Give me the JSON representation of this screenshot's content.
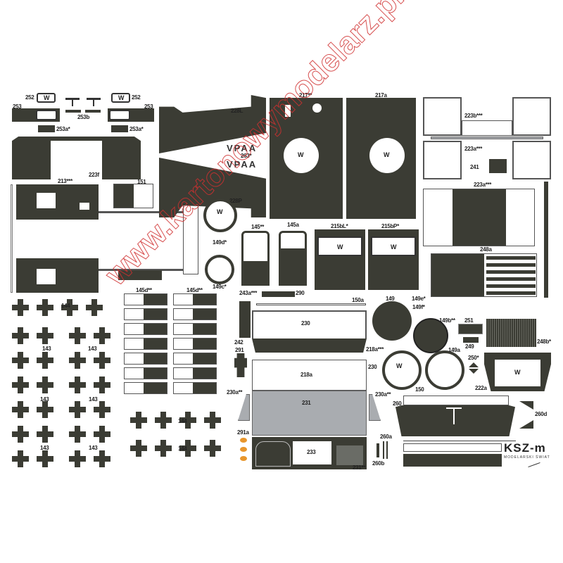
{
  "sheet": {
    "watermark": "www.kartonowymodelarz.pl",
    "logo": "KSZ-m",
    "logo_sub": "MODELARSKI ŚWIAT",
    "window_mark": "W",
    "vpaa_text": "VPAA",
    "labels": {
      "l252a": "252",
      "l252b": "252",
      "l253a": "253",
      "l253b": "253",
      "l253bb": "253b",
      "l253a1": "253a*",
      "l253a2": "253a*",
      "l223f": "223f",
      "l213": "213***",
      "l151": "151",
      "l228L": "228L",
      "l228P": "228P",
      "l263": "263*",
      "l217": "217**",
      "l217a": "217a",
      "l223b": "223b***",
      "l223a": "223a***",
      "l223a2": "223a***",
      "l241": "241",
      "l248a": "248a",
      "l215bL": "215bL*",
      "l215bP": "215bP*",
      "l145": "145**",
      "l145a": "145a",
      "l149d": "149d*",
      "l149c": "149c*",
      "l145d1": "145d**",
      "l145d2": "145d**",
      "l243a": "243a***",
      "l290": "290",
      "l150a": "150a",
      "l230": "230",
      "l218a3": "218a***",
      "l242": "242",
      "l291": "291",
      "l218a": "218a",
      "l230b": "230",
      "l231": "231",
      "l230a1": "230a**",
      "l230a2": "230a**",
      "l291a": "291a",
      "l233": "233",
      "l231b": "231**",
      "l149": "149",
      "l149e": "149e*",
      "l149f": "149f*",
      "l149b": "149b**",
      "l251": "251",
      "l249": "249",
      "l248b": "248b*",
      "l149a": "149a",
      "l150": "150",
      "l250": "250*",
      "l222a": "222a",
      "l260": "260",
      "l260d": "260d",
      "l260a": "260a",
      "l260b": "260b",
      "l144a": "144",
      "l144b": "144",
      "l144c": "144",
      "l143a": "143",
      "l143b": "143",
      "l143c": "143",
      "l143d": "143",
      "l143e": "143",
      "l143f": "143"
    }
  }
}
